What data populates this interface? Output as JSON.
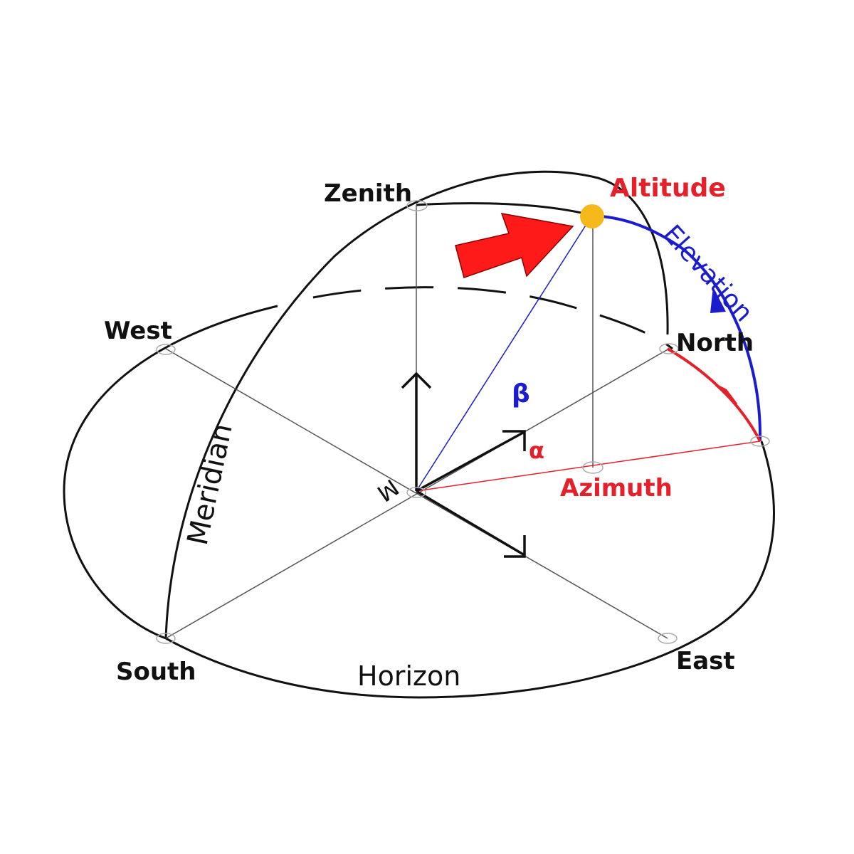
{
  "labels": {
    "zenith": "Zenith",
    "altitude": "Altitude",
    "elevation": "Elevation",
    "west": "West",
    "north": "North",
    "beta": "β",
    "alpha": "α",
    "meridian": "Meridian",
    "m": "M",
    "azimuth": "Azimuth",
    "south": "South",
    "horizon": "Horizon",
    "east": "East"
  },
  "colors": {
    "black": "#111111",
    "red": "#e4202a",
    "blue": "#1c1ccf",
    "sun": "#f6b81a",
    "marker": "#aaaaaa"
  }
}
